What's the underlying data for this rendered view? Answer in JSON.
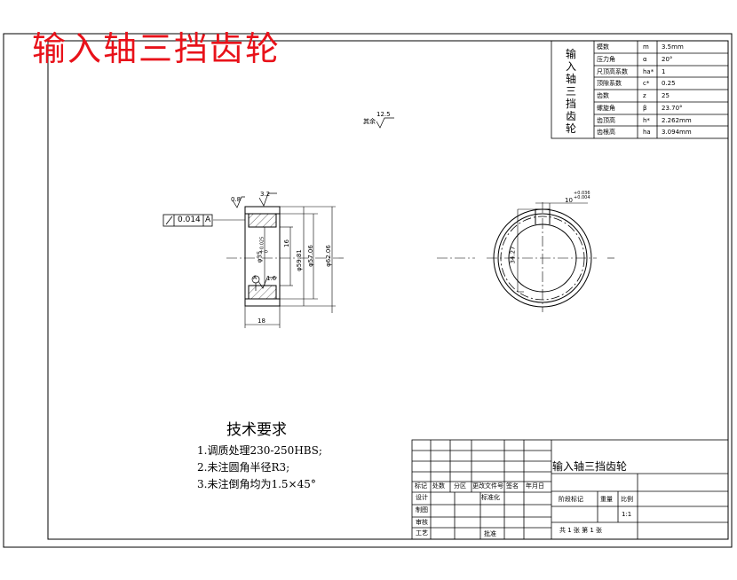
{
  "page_title": "输入轴三挡齿轮",
  "param_table": {
    "vertical_title": "输入轴三挡齿轮",
    "rows": [
      {
        "name": "模数",
        "symbol": "m",
        "value": "3.5mm"
      },
      {
        "name": "压力角",
        "symbol": "α",
        "value": "20°"
      },
      {
        "name": "尺顶高系数",
        "symbol": "ha*",
        "value": "1"
      },
      {
        "name": "顶隙系数",
        "symbol": "c*",
        "value": "0.25"
      },
      {
        "name": "齿数",
        "symbol": "z",
        "value": "25"
      },
      {
        "name": "螺旋角",
        "symbol": "β",
        "value": "23.70°"
      },
      {
        "name": "齿顶高",
        "symbol": "h*",
        "value": "2.262mm"
      },
      {
        "name": "齿根高",
        "symbol": "ha",
        "value": "3.094mm"
      }
    ]
  },
  "roughness_general": {
    "prefix": "其余",
    "value": "12.5"
  },
  "annotations": {
    "tolerance_value": "0.014",
    "tolerance_datum": "A",
    "rough_top": "3.2",
    "rough_left": "0.8",
    "rough_inner": "1.6",
    "dim_16": "16",
    "dim_bore": "φ35",
    "dim_bore_tol": "+0.025\n0",
    "dim_59": "φ59.81",
    "dim_57": "φ57.06",
    "dim_62": "φ62.06",
    "dim_width": "18",
    "datum_label": "A",
    "keyway_width": "10",
    "keyway_tol": "+0.036\n+0.004",
    "keyway_depth": "34.27"
  },
  "requirements": {
    "title": "技术要求",
    "items": [
      "1.调质处理230-250HBS;",
      "2.未注圆角半径R3;",
      "3.未注倒角均为1.5×45°"
    ]
  },
  "title_block": {
    "name": "输入轴三挡齿轮",
    "header_cells": [
      "标记",
      "处数",
      "分区",
      "更改文件号",
      "签名",
      "年月日"
    ],
    "left_rows": [
      "设计",
      "制图",
      "审核",
      "工艺"
    ],
    "std_label": "标准化",
    "approve_label": "批准",
    "stage_label": "阶段标记",
    "weight_label": "重量",
    "scale_label": "比例",
    "scale_value": "1:1",
    "sheets": "共 1 张  第 1 张"
  }
}
